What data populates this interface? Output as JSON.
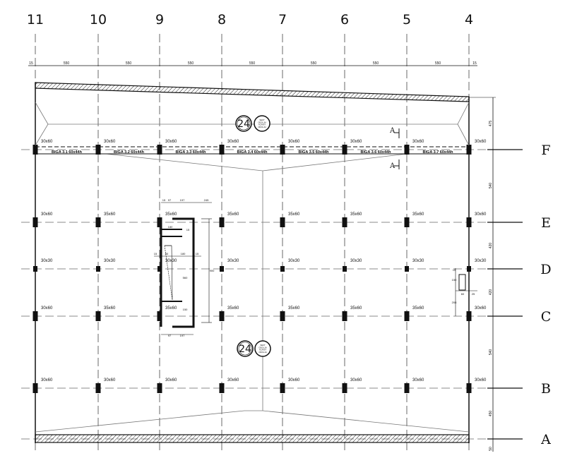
{
  "drawing": {
    "columns": [
      "11",
      "10",
      "9",
      "8",
      "7",
      "6",
      "5",
      "4"
    ],
    "rows": [
      "F",
      "E",
      "D",
      "C",
      "B",
      "A"
    ],
    "top_dimensions": [
      "15",
      "550",
      "550",
      "550",
      "550",
      "550",
      "550",
      "550",
      "15"
    ],
    "right_dimensions": [
      "475",
      "540",
      "420",
      "420",
      "540",
      "450",
      "50"
    ],
    "beams": [
      "BIGA 3.1  60x44h",
      "BIGA 3.2  60x44h",
      "BIGA 3.3  60x44h",
      "BIGA 3.4  60x44h",
      "BIGA 3.5  60x44h",
      "BIGA 3.6  60x44h",
      "BIGA 3.7  60x44h"
    ],
    "column_sizes": {
      "F": [
        "30x60",
        "30x60",
        "30x60",
        "30x60",
        "30x60",
        "30x60",
        "30x60",
        "30x60"
      ],
      "E": [
        "30x60",
        "35x60",
        "35x60",
        "35x60",
        "35x60",
        "35x60",
        "35x60",
        "30x60"
      ],
      "D": [
        "30x30",
        "30x30",
        "30x30",
        "30x30",
        "30x30",
        "30x30",
        "30x30",
        "30x30"
      ],
      "C": [
        "30x60",
        "35x60",
        "35x60",
        "35x60",
        "35x60",
        "35x60",
        "35x60",
        "30x60"
      ],
      "B": [
        "30x60",
        "30x60",
        "30x60",
        "30x60",
        "30x60",
        "30x60",
        "30x60",
        "30x60"
      ]
    },
    "section_mark": "A",
    "level_tag": "24",
    "level_tag_notes": [
      "SEKT",
      "ODOLJH",
      "ACANIT",
      "ODOLJH"
    ],
    "core_dimensions": [
      "15",
      "97",
      "197",
      "245",
      "180",
      "15",
      "90",
      "180",
      "15",
      "560",
      "900",
      "15",
      "150",
      "97",
      "197"
    ],
    "detail_dimensions": [
      "15",
      "150",
      "208",
      "60",
      "25"
    ]
  }
}
